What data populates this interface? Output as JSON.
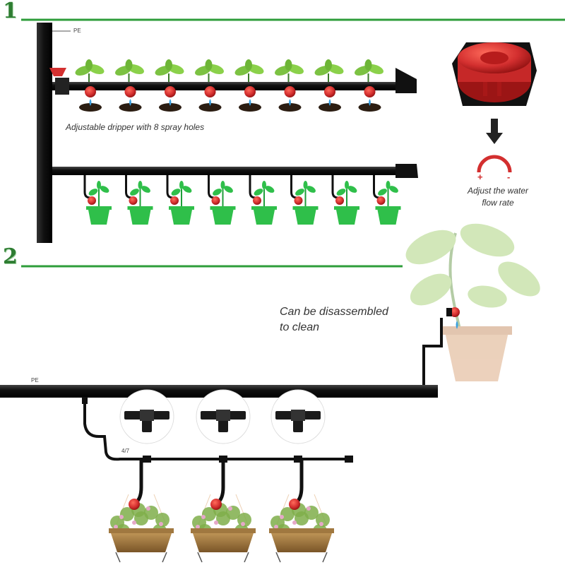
{
  "sections": [
    {
      "number": "1"
    },
    {
      "number": "2"
    }
  ],
  "labels": {
    "pe_top": "PE",
    "pe_bottom": "PE",
    "dripper_caption": "Adjustable dripper with 8 spray holes",
    "adjust_caption_line1": "Adjust the water",
    "adjust_caption_line2": "flow rate",
    "disassemble_line1": "Can be disassembled",
    "disassemble_line2": "to clean",
    "tube_size": "4/7",
    "plus": "+",
    "minus": "-"
  },
  "counts": {
    "upper_drippers": 8,
    "lower_pots": 8,
    "hanging_baskets": 3,
    "tee_connectors": 3
  },
  "colors": {
    "accent_green": "#2e9d3a",
    "pipe_black": "#1a1a1a",
    "dripper_red": "#d32f2f",
    "pot_green": "#2fbf4a",
    "water_blue": "#3aa0e0"
  }
}
